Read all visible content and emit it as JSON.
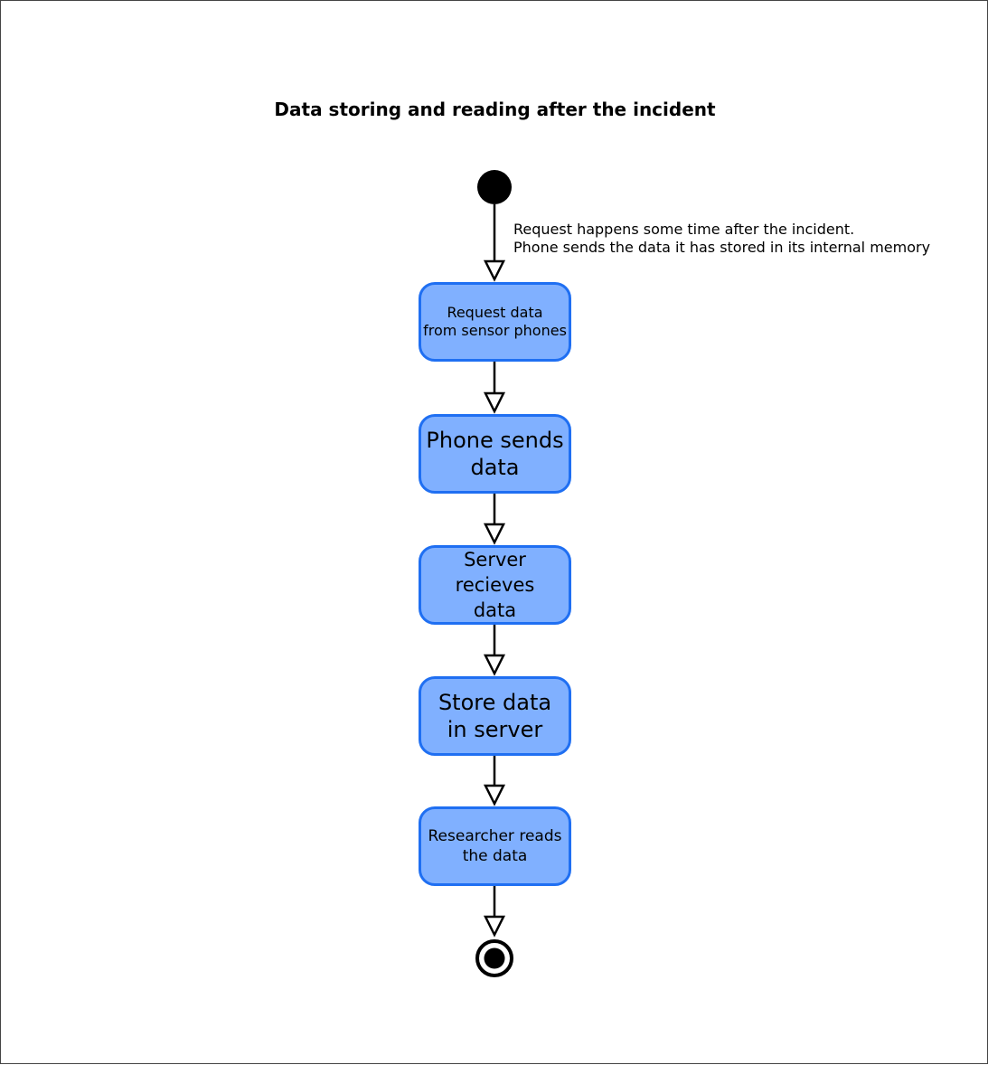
{
  "diagram": {
    "title": "Data storing and reading after the incident",
    "note": "Request happens some time after the incident.\nPhone sends the data it has stored in its internal memory",
    "nodes": [
      {
        "id": "request",
        "label": "Request data\nfrom sensor phones"
      },
      {
        "id": "phone-sends",
        "label": "Phone sends\ndata"
      },
      {
        "id": "server-receives",
        "label": "Server recieves\ndata"
      },
      {
        "id": "store",
        "label": "Store data\nin server"
      },
      {
        "id": "researcher",
        "label": "Researcher reads\nthe data"
      }
    ],
    "colors": {
      "node_fill": "#80b0ff",
      "node_border": "#1f6ff2",
      "line": "#000000"
    }
  }
}
